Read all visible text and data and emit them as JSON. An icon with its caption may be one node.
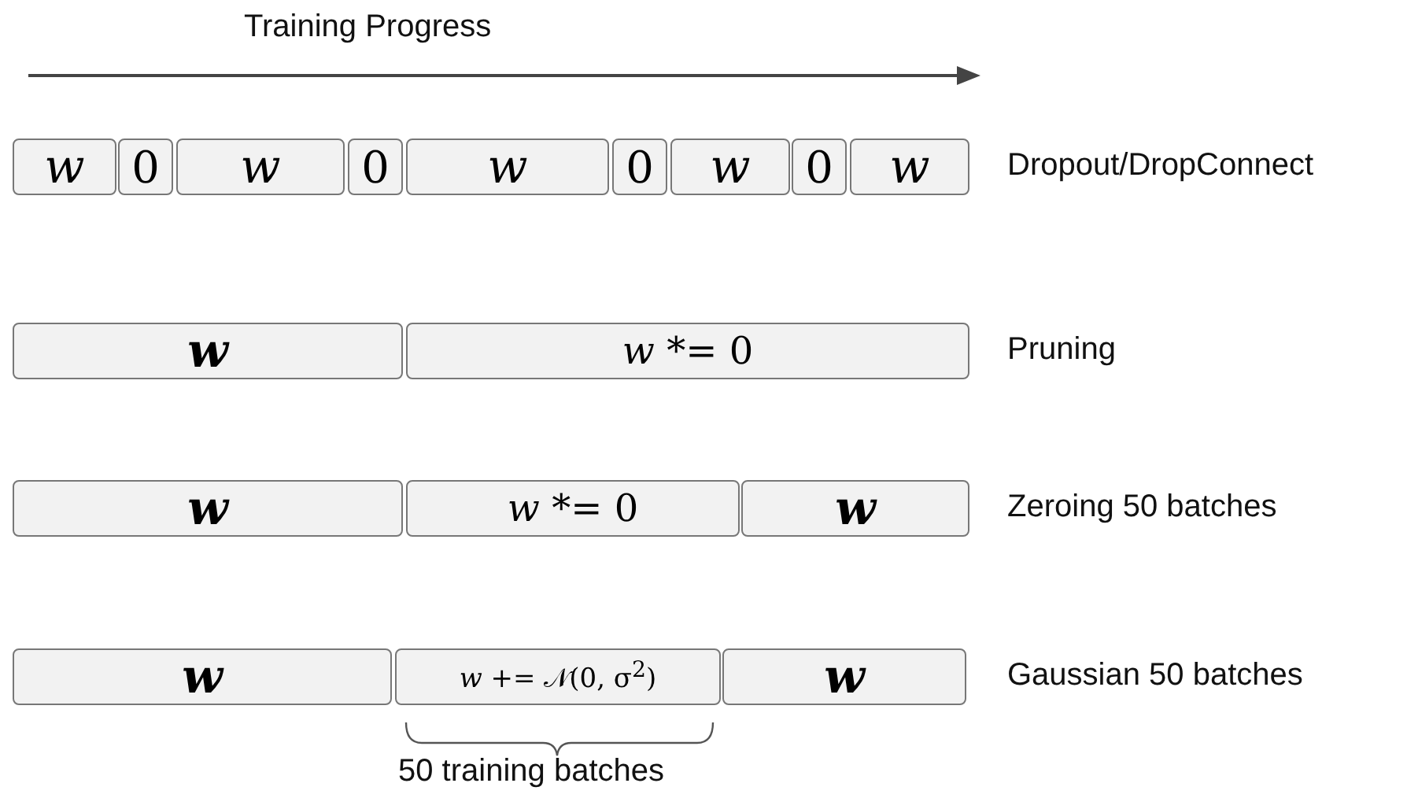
{
  "diagram": {
    "nodes": [
      {
        "text": [
          "w"
        ]
      },
      {
        "text": [
          "0"
        ]
      },
      {
        "text": [
          "w"
        ]
      },
      {
        "text": [
          "0"
        ]
      },
      {
        "text": [
          "w"
        ]
      },
      {
        "text": [
          "0"
        ]
      },
      {
        "text": [
          "w"
        ]
      },
      {
        "text": [
          "0"
        ]
      },
      {
        "text": [
          "w"
        ]
      },
      {
        "text": [
          "w"
        ]
      },
      {
        "text": [
          "w *= 0"
        ]
      },
      {
        "text": [
          "w"
        ]
      },
      {
        "text": [
          "w *= 0"
        ]
      },
      {
        "text": [
          "w"
        ]
      },
      {
        "text": [
          "w"
        ]
      },
      {
        "text": [
          "w += 𝒩(0, σ$^{2}$)"
        ]
      },
      {
        "text": [
          "w"
        ]
      }
    ],
    "edges": [],
    "labels": [
      "Training Progress",
      "Dropout/DropConnect",
      "Pruning",
      "Zeroing 50 batches",
      "Gaussian 50 batches",
      "50 training batches"
    ]
  }
}
